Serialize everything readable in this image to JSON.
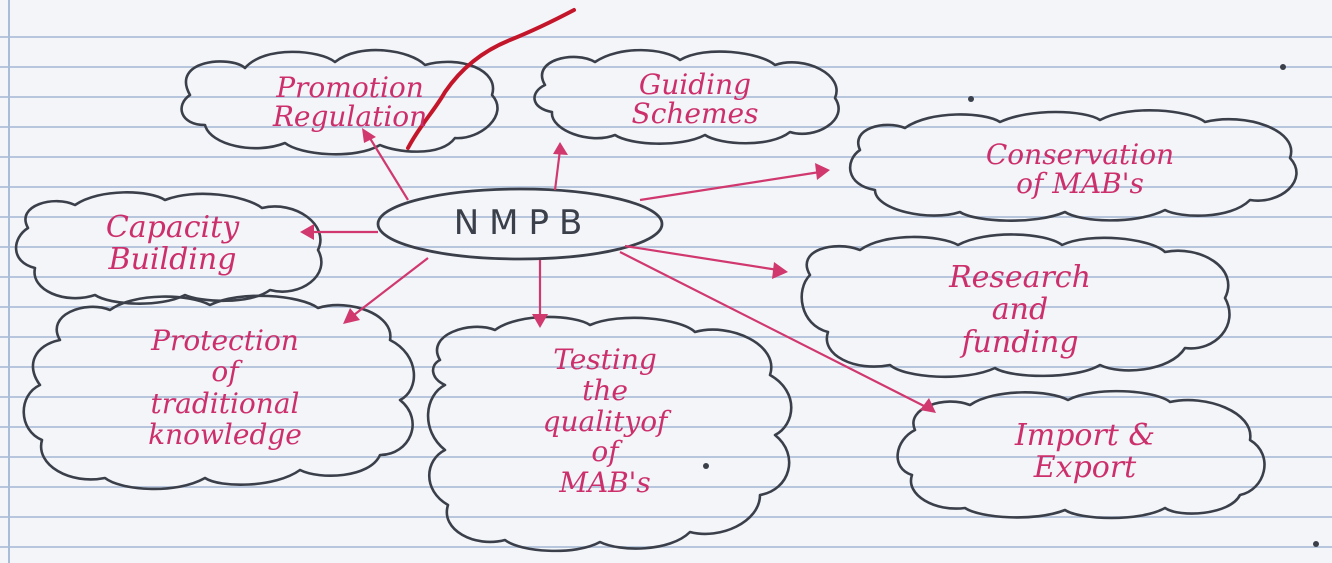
{
  "diagram": {
    "center": "NMPB",
    "nodes": {
      "promotion": [
        "Promotion",
        "Regulation"
      ],
      "guiding": [
        "Guiding",
        "Schemes"
      ],
      "conservation": [
        "Conservation",
        "of MAB's"
      ],
      "capacity": [
        "Capacity",
        "Building"
      ],
      "research": [
        "Research",
        "and",
        "funding"
      ],
      "protection": [
        "Protection",
        "of",
        "traditional",
        "knowledge"
      ],
      "testing": [
        "Testing",
        "the",
        "qualityof",
        "of",
        "MAB's"
      ],
      "import": [
        "Import &",
        "Export"
      ]
    }
  },
  "colors": {
    "ink": "#cc2f6c",
    "pencil": "#3a3f4a",
    "scribble": "#c4162a",
    "rule_line": "#b7c6dc"
  }
}
